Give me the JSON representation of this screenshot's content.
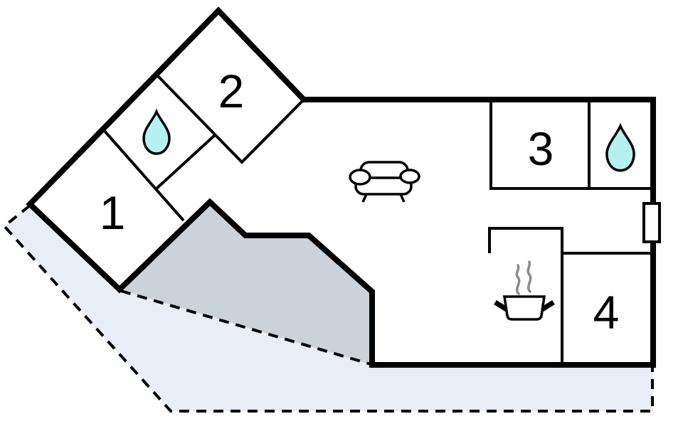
{
  "plan": {
    "title": "floor-plan",
    "rooms": [
      {
        "label": "1"
      },
      {
        "label": "2"
      },
      {
        "label": "3"
      },
      {
        "label": "4"
      }
    ],
    "icons": {
      "bathroom_top_left": "water-drop-icon",
      "bathroom_right": "water-drop-icon",
      "living_room": "sofa-icon",
      "kitchen": "cooking-pot-with-steam-icon",
      "right_wall": "window-marker"
    },
    "areas": {
      "terrace": "covered-terrace-gray",
      "patio": "open-patio-dashed"
    }
  },
  "colors": {
    "wall": "#000000",
    "interior": "#ffffff",
    "terrace_fill": "#c9d3d9",
    "patio_fill": "#e9eef6",
    "water_drop_fill": "#b5f2ef",
    "steam_gray": "#8a8a8a"
  }
}
